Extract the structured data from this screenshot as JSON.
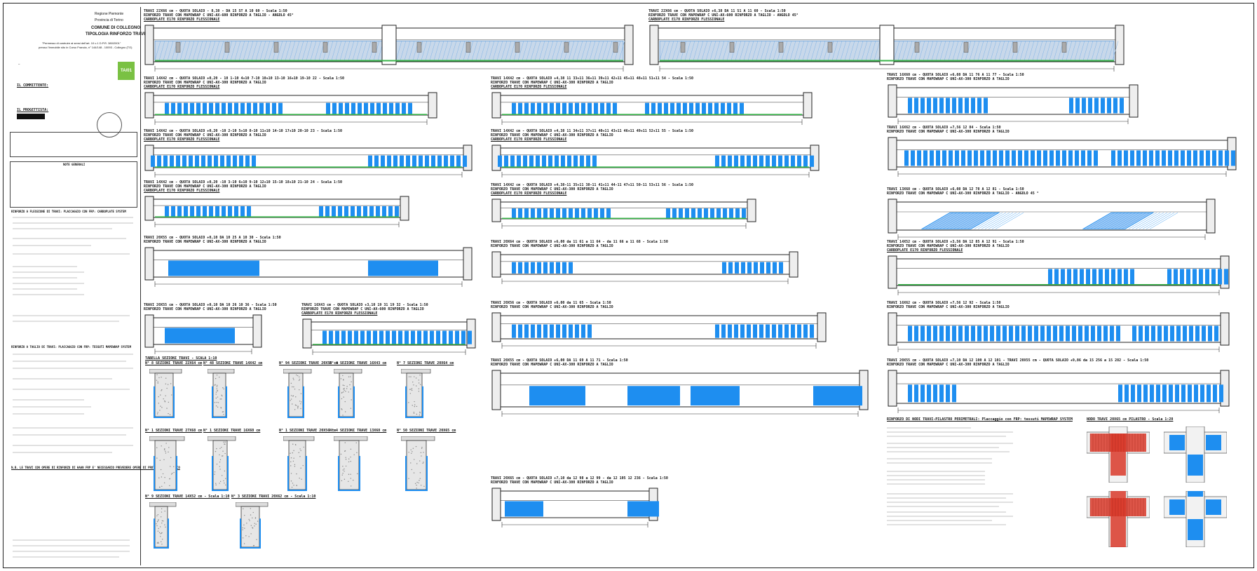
{
  "cartouche": {
    "region": "Regione Piemonte",
    "province": "Provincia di Torino",
    "municipality": "COMUNE DI COLLEGNO",
    "subject": "TIPOLOGIA RINFORZO TRAVI",
    "description_1": "\"Permesso di costruire ai sensi dell'art. 10 c.1 D.P.R. 380/2001\"",
    "description_2": "presso l'immobile sito in Corso Francia, n° 144/148 - 10093 - Collegno (TO)",
    "client_label": "IL COMMITTENTE:",
    "designer_label": "IL PROGETTISTA:",
    "notes_header": "NOTE GENERALI",
    "section_plate": "RINFORZO A FLESSIONE DI TRAVI: PLACCAGGIO CON FRP: CARBOPLATE SYSTEM",
    "section_fabric": "RINFORZO A TAGLIO DI TRAVI: PLACCAGGIO CON FRP: TESSUTI MAPEWRAP SYSTEM",
    "footer_note": "N.B. LE TRAVI CON OPERE DI RINFORZO DI HAAN FRP E' NECESSARIO PREVEDERE OPERE DI PROTEZIONE AL FUOCO",
    "logo": "TA/01"
  },
  "beams": [
    {
      "title": "TRAVI 22X66 cm - QUOTA SOLAIO - 8,38 - DA 15 ST A 10 60 - Scala 1:50",
      "l1": "RINFORZO TRAVE CON MAPEWRAP C UNI-AX-600 RINFORZO A TAGLIO - ANGOLO 45°",
      "l2": "CARBOPLATE E170 RINFORZO FLESSIONALE"
    },
    {
      "title": "TRAVI 22X66 cm - QUOTA SOLAIO +6,38 DA 11 S1 A 11 60 - Scala 1:50",
      "l1": "RINFORZO TRAVE CON MAPEWRAP C UNI-AX-600 RINFORZO A TAGLIO - ANGOLO 45°",
      "l2": "CARBOPLATE E170 RINFORZO FLESSIONALE"
    },
    {
      "title": "TRAVI 14X42 cm - QUOTA SOLAIO +0,20 - 10 1-10 4+10 7-10 10+10 13-10 16+10 19-10 22 - Scala 1:50",
      "l1": "RINFORZO TRAVE CON MAPEWRAP C UNI-AX-300 RINFORZO A TAGLIO",
      "l2": "CARBOPLATE E170 RINFORZO FLESSIONALE"
    },
    {
      "title": "TRAVI 14X42 cm - QUOTA SOLAIO +4,38 11 33+11 36+11 39+11 42+11 45+11 48+11 51+11 54 - Scala 1:50",
      "l1": "RINFORZO TRAVE CON MAPEWRAP C UNI-AX-300 RINFORZO A TAGLIO",
      "l2": "CARBOPLATE E170 RINFORZO FLESSIONALE"
    },
    {
      "title": "TRAVI 16X60 cm - QUOTA SOLAIO +6,08 DA 11 76 A 11 77 - Scala 1:50",
      "l1": "RINFORZO TRAVE CON MAPEWRAP C UNI-AX-300 RINFORZO A TAGLIO",
      "l2": ""
    },
    {
      "title": "TRAVI 14X42 cm - QUOTA SOLAIO +0,20 -10 2-10 5+10 8-10 11+10 14-10 17+10 20-10 23 - Scala 1:50",
      "l1": "RINFORZO TRAVE CON MAPEWRAP C UNI-AX-300 RINFORZO A TAGLIO",
      "l2": "CARBOPLATE E170 RINFORZO FLESSIONALE"
    },
    {
      "title": "TRAVI 14X42 cm - QUOTA SOLAIO +4,38 11 34+11 37+11 40+11 43+11 46+11 49+11 52+11 55 - Scala 1:50",
      "l1": "RINFORZO TRAVE CON MAPEWRAP C UNI-AX-300 RINFORZO A TAGLIO",
      "l2": "CARBOPLATE E170 RINFORZO FLESSIONALE"
    },
    {
      "title": "TRAVI 16X62 cm - QUOTA SOLAIO +7,56 12 84 - Scala 1:50",
      "l1": "RINFORZO TRAVE CON MAPEWRAP C UNI-AX-300 RINFORZO A TAGLIO",
      "l2": ""
    },
    {
      "title": "TRAVI 14X42 cm - QUOTA SOLAIO +0,20 -10 3-10 6+10 9-10 12+10 15-10 18+10 21-10 24 - Scala 1:50",
      "l1": "RINFORZO TRAVE CON MAPEWRAP C UNI-AX-300 RINFORZO A TAGLIO",
      "l2": "CARBOPLATE E170 RINFORZO FLESSIONALE"
    },
    {
      "title": "TRAVI 14X42 cm - QUOTA SOLAIO +4,38-11 35+11 38-11 41+11 44-11 47+11 50-11 53+11 56 - Scala 1:50",
      "l1": "RINFORZO TRAVE CON MAPEWRAP C UNI-AX-300 RINFORZO A TAGLIO",
      "l2": "CARBOPLATE E170 RINFORZO FLESSIONALE"
    },
    {
      "title": "TRAVI 13X68 cm - QUOTA SOLAIO +6,08 DA 12 78 A 12 81 - Scala 1:50",
      "l1": "RINFORZO TRAVE CON MAPEWRAP C UNI-AX-300 RINFORZO A TAGLIO - ANGOLO 45 °",
      "l2": ""
    },
    {
      "title": "TRAVI 20X55 cm - QUOTA SOLAIO +0,10 DA 10 25 A 10 30 - Scala 1:50",
      "l1": "RINFORZO TRAVE CON MAPEWRAP C UNI-AX-300 RINFORZO A TAGLIO",
      "l2": ""
    },
    {
      "title": "TRAVI 20X64 cm - QUOTA SOLAIO +6,00 da 11 61 a 11 64 - da 11 66 a 11 68 - Scala 1:50",
      "l1": "RINFORZO TRAVE CON MAPEWRAP C UNI-AX-300 RINFORZO A TAGLIO",
      "l2": ""
    },
    {
      "title": "TRAVI 14X52 cm - QUOTA SOLAIO +3,56 DA 12 85 A 12 91 - Scala 1:50",
      "l1": "RINFORZO TRAVE CON MAPEWRAP C UNI-AX-300 RINFORZO A TAGLIO",
      "l2": "CARBOPLATE E170 RINFORZO FLESSIONALE"
    },
    {
      "title": "TRAVI 20X55 cm - QUOTA SOLAIO +0,10 DA 10 26 10 36 - Scala 1:50",
      "l1": "RINFORZO TRAVE CON MAPEWRAP C UNI-AX-300 RINFORZO A TAGLIO",
      "l2": ""
    },
    {
      "title": "TRAVI 16X43 cm - QUOTA SOLAIO +3,10 19 31 19 32 - Scala 1:50",
      "l1": "RINFORZO TRAVE CON MAPEWRAP C UNI-AX-600 RINFORZO A TAGLIO",
      "l2": "CARBOPLATE E170 RINFORZO FLESSIONALE"
    },
    {
      "title": "TRAVI 20X56 cm - QUOTA SOLAIO +6,00 da 11 65 - Scala 1:50",
      "l1": "RINFORZO TRAVE CON MAPEWRAP C UNI-AX-300 RINFORZO A TAGLIO",
      "l2": ""
    },
    {
      "title": "TRAVI 16X62 cm - QUOTA SOLAIO +7,56 12 92 - Scala 1:50",
      "l1": "RINFORZO TRAVE CON MAPEWRAP C UNI-AX-300 RINFORZO A TAGLIO",
      "l2": ""
    },
    {
      "title": "TRAVI 20X55 cm - QUOTA SOLAIO +6,00 DA 11 69 A 11 71 - Scala 1:50",
      "l1": "RINFORZO TRAVE CON MAPEWRAP C UNI-AX-300 RINFORZO A TAGLIO",
      "l2": ""
    },
    {
      "title": "TRAVI 20X55 cm - QUOTA SOLAIO +7,10 DA 12 100 A 12 101 - TRAVI 20X55 cm - QUOTA SOLAIO +9,86 da 15 256 a 15 282 - Scala 1:50",
      "l1": "RINFORZO TRAVE CON MAPEWRAP C UNI-AX-300 RINFORZO A TAGLIO",
      "l2": ""
    },
    {
      "title": "TRAVI 20X65 cm - QUOTA SOLAIO +7,10 da 12 98 a 12 99 - da 12 105 12 236 - Scala 1:50",
      "l1": "RINFORZO TRAVE CON MAPEWRAP C UNI-AX-300 RINFORZO A TAGLIO",
      "l2": ""
    }
  ],
  "sections": {
    "table_title": "TABELLA SEZIONI TRAVI - SCALA 1:10",
    "row1": [
      "N° 8 SEZIONI TRAVE 22X64 cm",
      "N° 48 SEZIONI TRAVE 14X42 cm",
      "N° 94 SEZIONI TRAVE 20X55 cm",
      "N° 4 SEZIONI TRAVE 16X43 cm",
      "N° 7 SEZIONI TRAVE 20X64 cm"
    ],
    "row2": [
      "N° 1 SEZIONI TRAVE 27X68 cm",
      "N° 1 SEZIONI TRAVE 16X60 cm",
      "N° 1 SEZIONI TRAVE 20X56 cm",
      "N° 4 SEZIONI TRAVE 13X68 cm",
      "N° 50 SEZIONI TRAVE 20X65 cm"
    ],
    "row3": [
      "N° 9 SEZIONI TRAVE 14X52 cm - Scala 1:10",
      "N° 3 SEZIONI TRAVI 20X62 cm - Scala 1:10"
    ]
  },
  "nodes": {
    "title": "RINFORZO DI NODI TRAVI-PILASTRO PERIMETRALI: Placcaggio con FRP: tessuti MAPEWRAP SYSTEM",
    "detail_title": "NODO TRAVI 20X65 cm PILASTRO - Scala 1:20"
  },
  "colors": {
    "fabric": "#1e8ef0",
    "plate": "#39b54a",
    "node": "#d93a2a",
    "concrete": "#c8d8ea"
  }
}
